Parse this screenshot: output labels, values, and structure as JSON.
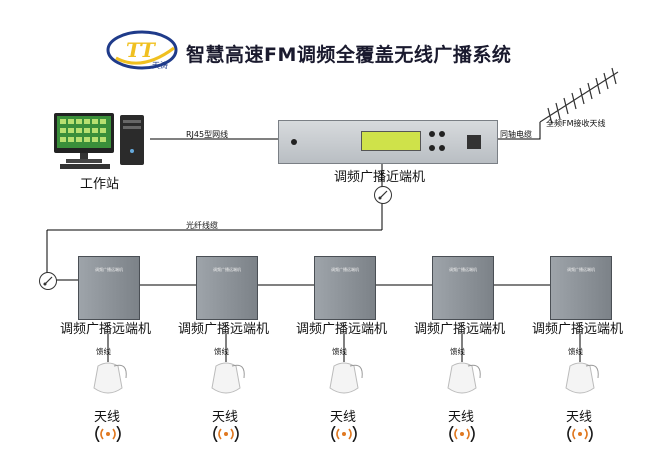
{
  "title": "智慧高速FM调频全覆盖无线广播系统",
  "logo": {
    "letters": "TT",
    "text": "天涛"
  },
  "workstation": {
    "label": "工作站"
  },
  "transmitter": {
    "label": "调频广播近端机"
  },
  "links": {
    "rj45": "RJ45型网线",
    "coax": "同轴电缆",
    "fiber": "光纤线缆",
    "feeder": "馈线"
  },
  "receive_antenna": {
    "label": "全频FM接收天线"
  },
  "remote_units": [
    {
      "label": "调频广播远端机"
    },
    {
      "label": "调频广播远端机"
    },
    {
      "label": "调频广播远端机"
    },
    {
      "label": "调频广播远端机"
    },
    {
      "label": "调频广播远端机"
    }
  ],
  "antennas": [
    {
      "label": "天线"
    },
    {
      "label": "天线"
    },
    {
      "label": "天线"
    },
    {
      "label": "天线"
    },
    {
      "label": "天线"
    }
  ],
  "colors": {
    "line": "#000000",
    "wave": "#e07820",
    "logo_blue": "#1f3b8a",
    "logo_yellow": "#f0c020"
  }
}
